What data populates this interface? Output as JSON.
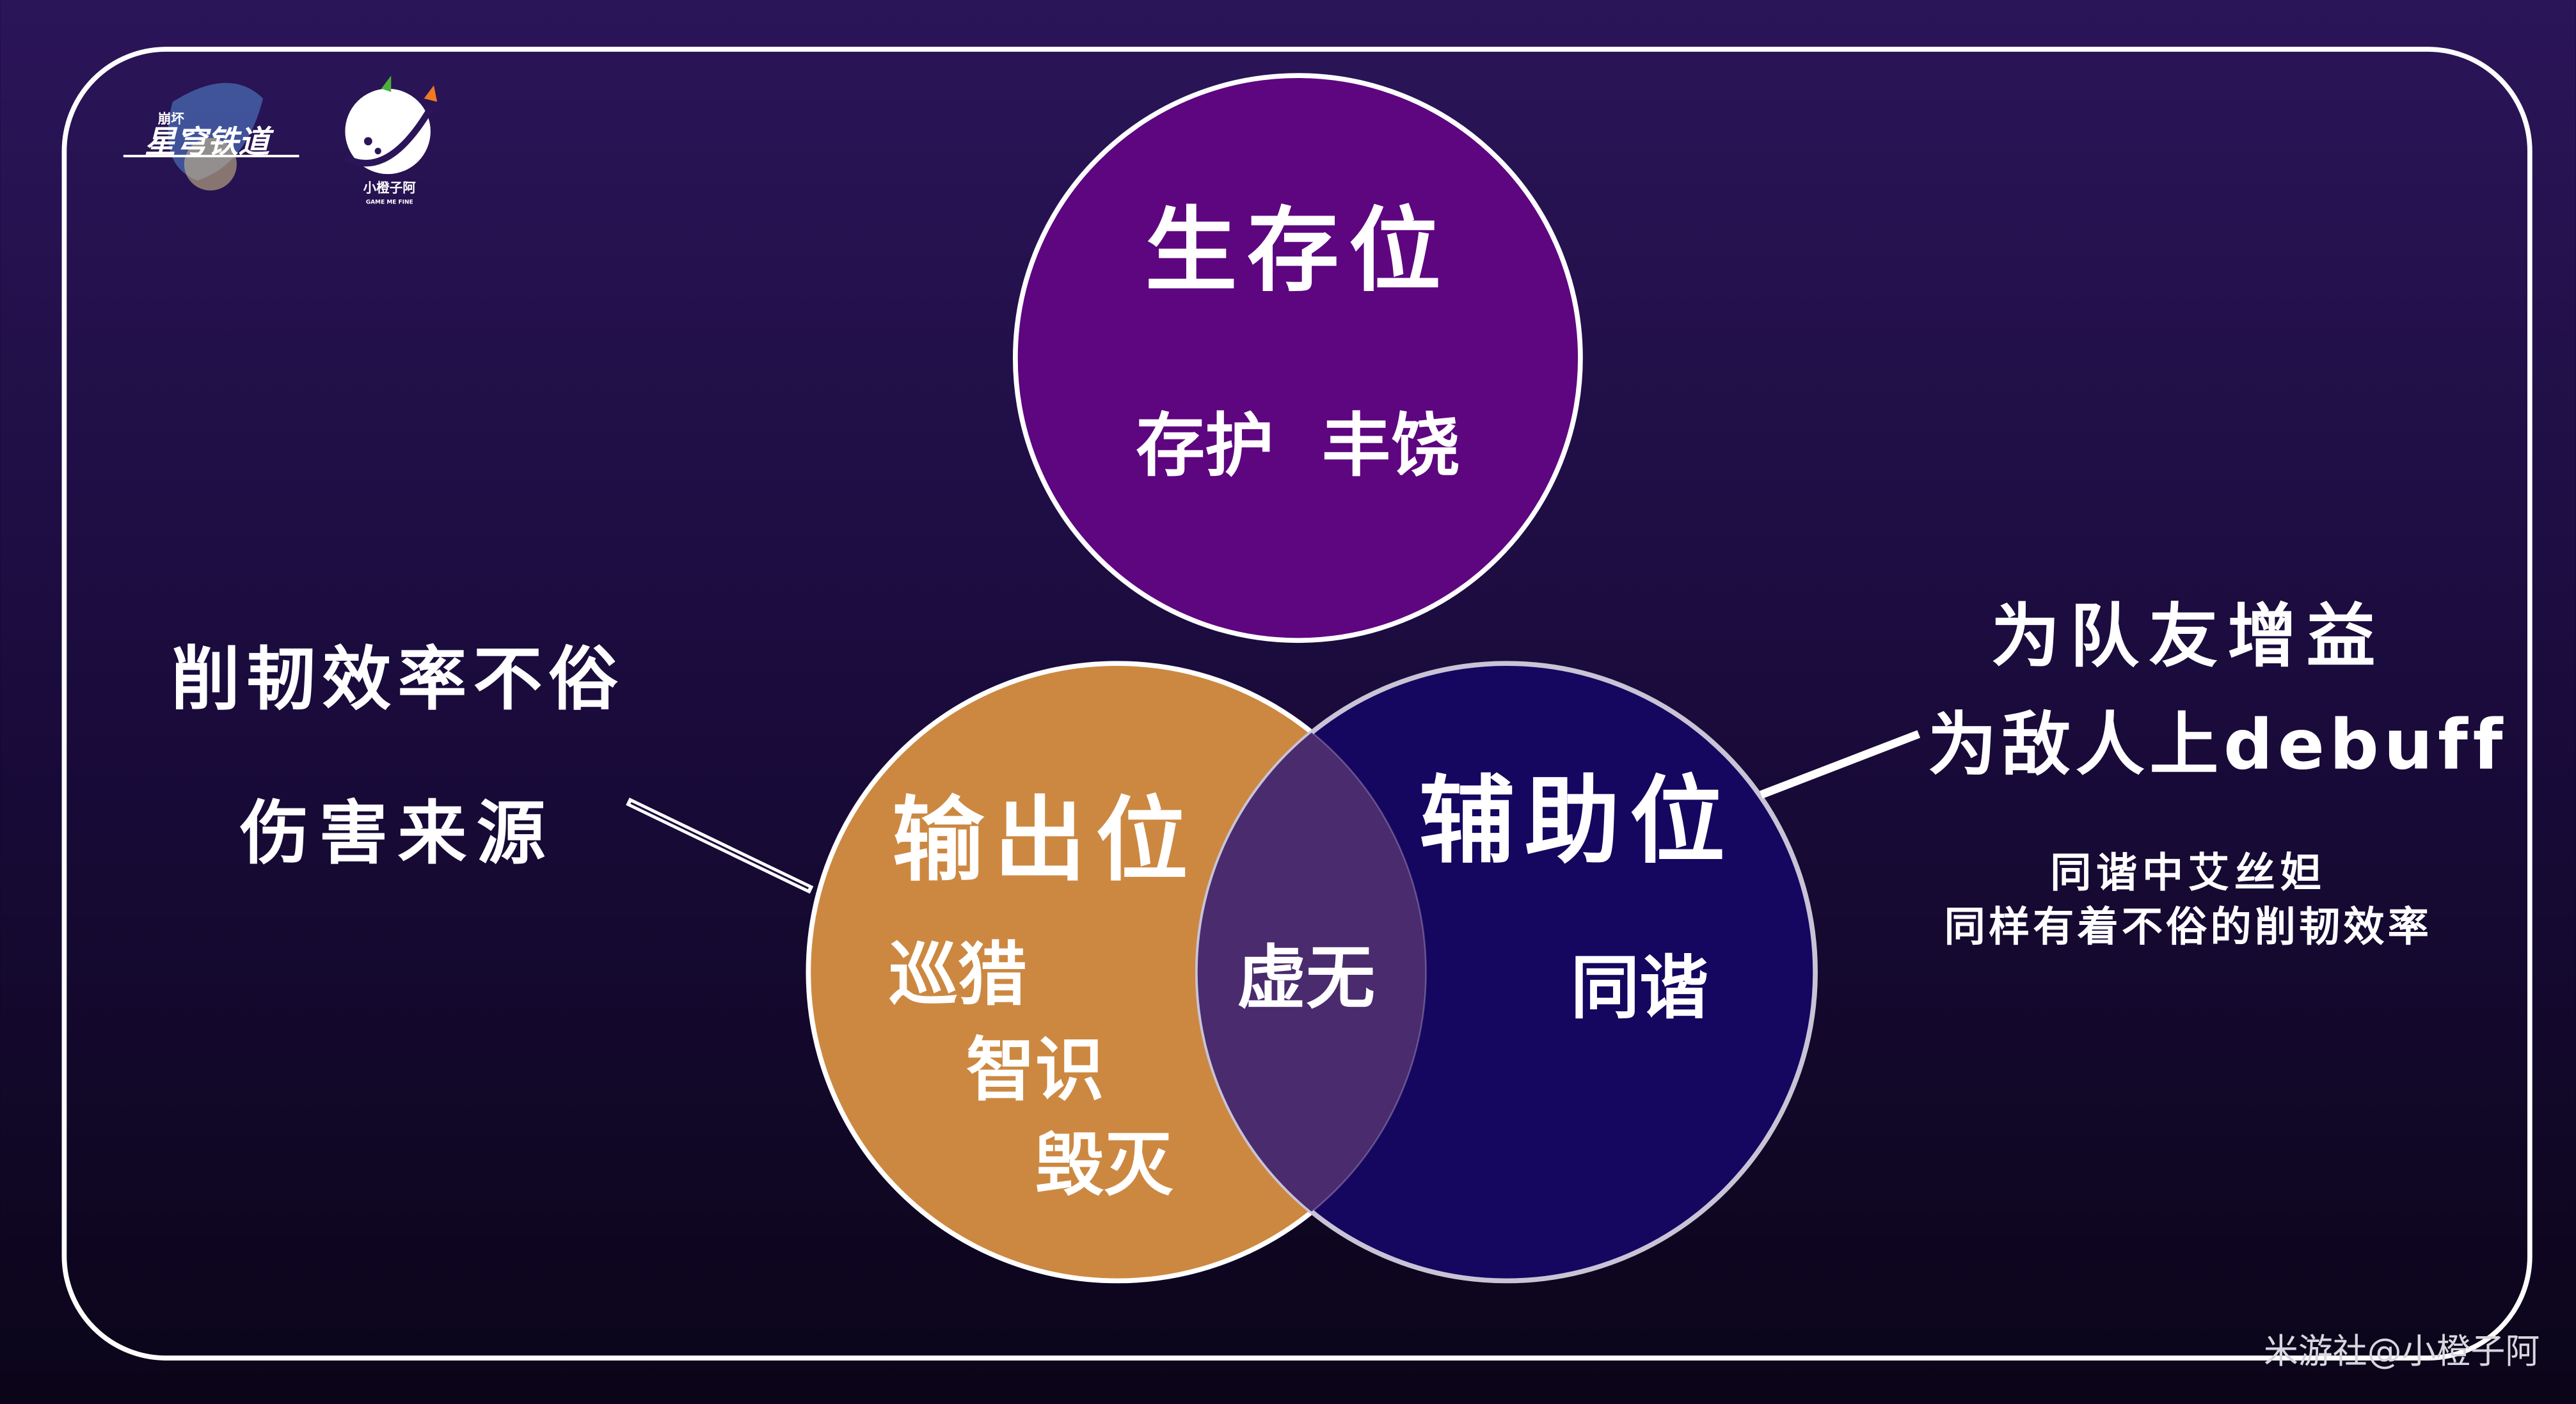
{
  "logos": {
    "game_logo": {
      "subtitle": "崩坏",
      "title": "星穹铁道"
    },
    "creator_logo": {
      "name": "小橙子阿",
      "tagline": "GAME ME FINE"
    }
  },
  "top_circle": {
    "title": "生存位",
    "paths": "存护  丰饶",
    "color": "#5e0580"
  },
  "left_circle": {
    "title": "输出位",
    "paths": [
      "巡猎",
      "智识",
      "毁灭"
    ],
    "color": "#cc8841"
  },
  "right_circle": {
    "title": "辅助位",
    "paths": "同谐",
    "color": "#150660"
  },
  "overlap": {
    "label": "虚无",
    "color": "#4a2b6e"
  },
  "left_notes": [
    "削韧效率不俗",
    "伤害来源"
  ],
  "right_notes": {
    "lines": [
      "为队友增益",
      "为敌人上debuff"
    ],
    "small": [
      "同谐中艾丝妲",
      "同样有着不俗的削韧效率"
    ]
  },
  "watermark": "米游社@小橙子阿"
}
